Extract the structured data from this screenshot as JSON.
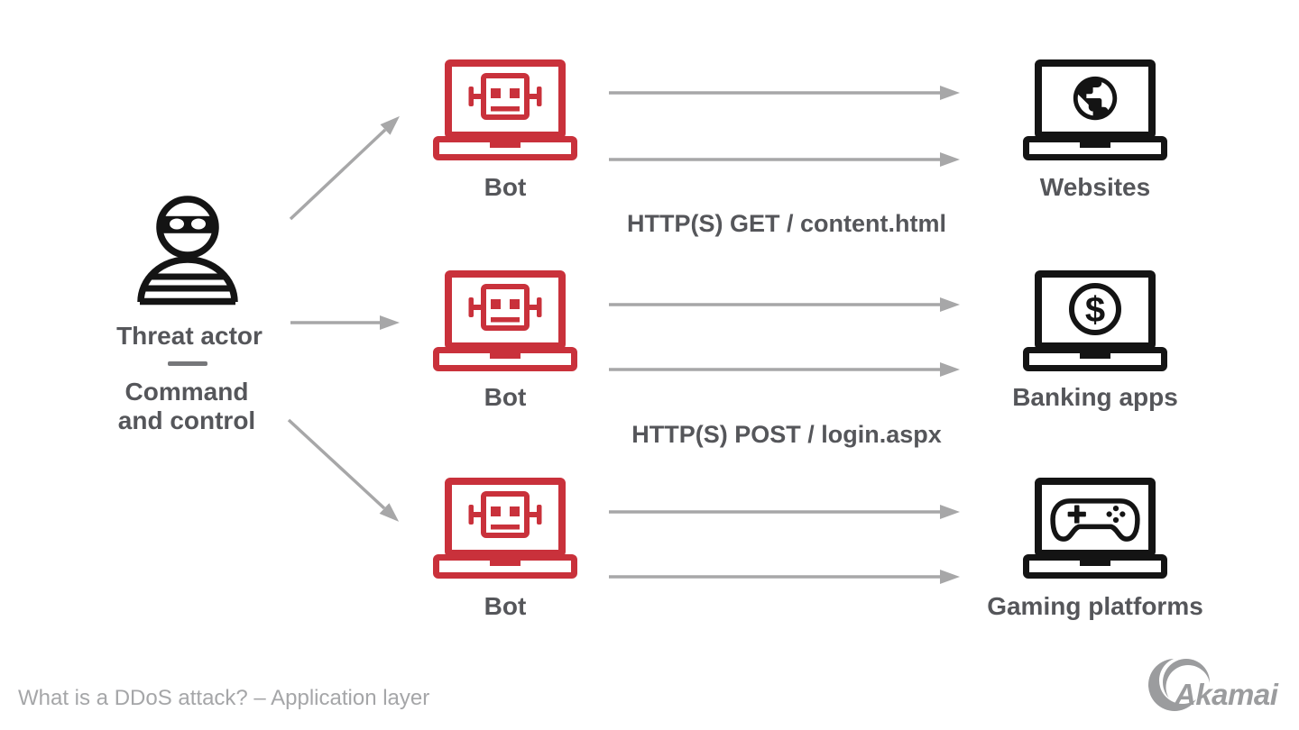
{
  "colors": {
    "bot_red": "#C9313B",
    "target_black": "#141414",
    "label_gray": "#55565A",
    "arrow_gray": "#A7A7A8",
    "dash_gray": "#76777A",
    "caption_gray": "#A5A6A8",
    "logo_gray": "#9B9C9E"
  },
  "threat_actor": {
    "label": "Threat actor",
    "sublabel": "Command and control",
    "icon": "masked-threat-actor-icon"
  },
  "bots": [
    {
      "label": "Bot",
      "icon": "bot-laptop-icon"
    },
    {
      "label": "Bot",
      "icon": "bot-laptop-icon"
    },
    {
      "label": "Bot",
      "icon": "bot-laptop-icon"
    }
  ],
  "targets": [
    {
      "label": "Websites",
      "icon": "globe-laptop-icon"
    },
    {
      "label": "Banking apps",
      "icon": "dollar-laptop-icon"
    },
    {
      "label": "Gaming platforms",
      "icon": "gamepad-laptop-icon"
    }
  ],
  "messages": [
    {
      "text": "HTTP(S) GET / content.html"
    },
    {
      "text": "HTTP(S) POST / login.aspx"
    }
  ],
  "footer": {
    "caption": "What is a DDoS attack? – Application layer",
    "brand": "Akamai"
  }
}
